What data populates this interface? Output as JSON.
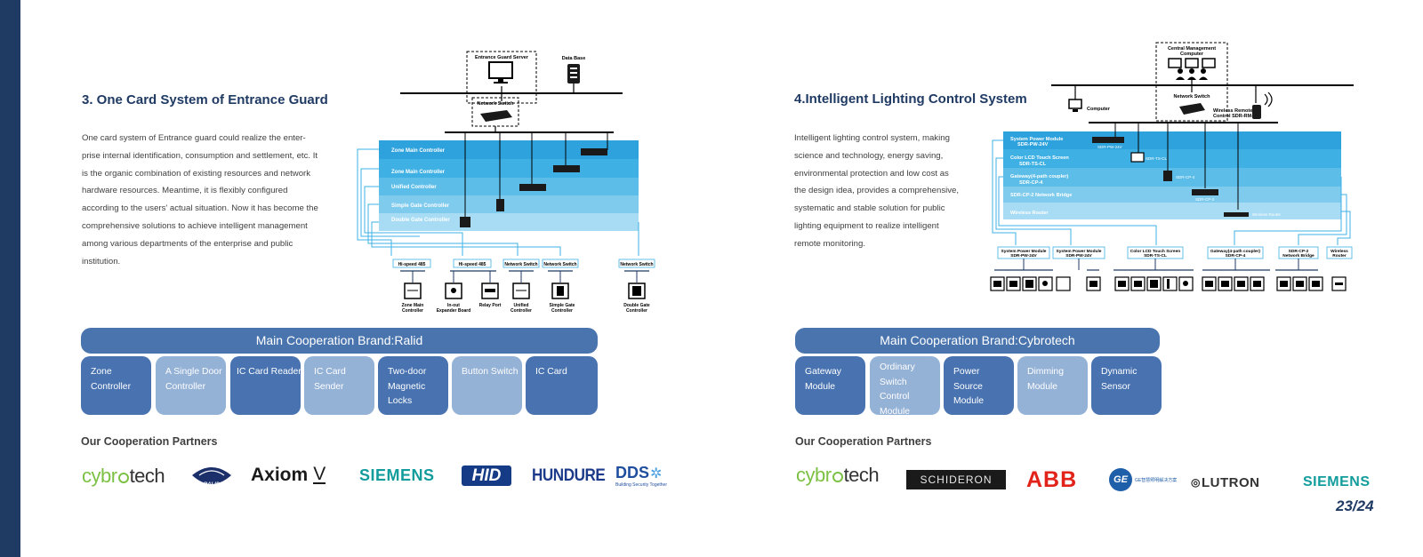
{
  "left": {
    "title": "3. One Card System of Entrance Guard",
    "body_lines": [
      "One card system of Entrance guard could realize the enter-",
      "prise internal identification, consumption and settlement, etc. It",
      "is the organic combination of existing resources and network",
      "hardware resources. Meantime, it is flexibly configured",
      "according to the users' actual situation. Now it has become the",
      "comprehensive solutions to achieve intelligent management",
      "among various departments of the enterprise and public",
      "institution."
    ],
    "diagram": {
      "top_nodes": [
        "Entrance Guard Server",
        "Data Base",
        "Network Switch"
      ],
      "bands": [
        "Zone Main Controller",
        "Zone Main Controller",
        "Unified Controller",
        "Simple Gate Controller",
        "Double Gate Controller"
      ],
      "buses": [
        "Hi-speed 485",
        "Hi-speed 485",
        "Network Switch",
        "Network Switch",
        "Network Switch"
      ],
      "devices": [
        [
          "Zone Main",
          "Controller"
        ],
        [
          "In-out",
          "Expander Board"
        ],
        [
          "Relay Port"
        ],
        [
          "Unified",
          "Controller"
        ],
        [
          "Simple Gate",
          "Controller"
        ],
        [
          "Double Gate",
          "Controller"
        ]
      ]
    },
    "brand_bar": "Main Cooperation Brand:Ralid",
    "products": [
      [
        "Zone",
        "Controller"
      ],
      [
        "A Single Door",
        "Controller"
      ],
      [
        "IC Card Reader"
      ],
      [
        "IC Card",
        "Sender"
      ],
      [
        "Two-door",
        "Magnetic",
        "Locks"
      ],
      [
        "Button Switch"
      ],
      [
        "IC Card"
      ]
    ],
    "partners_heading": "Our Cooperation Partners",
    "partners": {
      "cybro_a": "cybr",
      "cybro_b": "tech",
      "ralid": "RALID",
      "axiom": "Axiom",
      "axiom_v": "V",
      "siemens": "SIEMENS",
      "hid": "HID",
      "hundure": "HUNDURE",
      "dds": "DDS",
      "dds_tagline": "Building Security Together"
    }
  },
  "right": {
    "title": "4.Intelligent Lighting Control System",
    "body_lines": [
      "Intelligent lighting control system, making",
      "science and technology, energy saving,",
      "environmental protection and low cost as",
      "the design idea, provides a comprehensive,",
      "systematic and stable solution for public",
      "lighting equipment to realize intelligent",
      "remote monitoring."
    ],
    "diagram": {
      "top_nodes": [
        [
          "Central Management",
          "Computer"
        ],
        "Network Switch",
        "Computer",
        [
          "Wireless Remote",
          "Control SDR-RM-1"
        ]
      ],
      "bands": [
        [
          "System Power Module",
          "SDR-PW-24V"
        ],
        [
          "Color LCD Touch Screen",
          "SDR-TS-CL"
        ],
        [
          "Gateway(4-path coupler)",
          "SDR-CP-4"
        ],
        [
          "SDR-CP-2 Network Bridge"
        ],
        [
          "Wireless Router"
        ]
      ],
      "band_tags": [
        "SDR-PW-24V",
        "SDR-TS-CL",
        "SDR-CP-4",
        "SDR-CP-2",
        "Wireless Router"
      ],
      "groups": [
        [
          "System Power Module",
          "SDR-PW-24V"
        ],
        [
          "System Power Module",
          "SDR-PW-24V"
        ],
        [
          "Color LCD Touch Screen",
          "SDR-TS-CL"
        ],
        [
          "Gateway(4-path coupler)",
          "SDR-CP-4"
        ],
        [
          "SDR-CP-2",
          "Network Bridge"
        ],
        [
          "Wireless",
          "Router"
        ]
      ]
    },
    "brand_bar": "Main Cooperation Brand:Cybrotech",
    "products": [
      [
        "Gateway",
        "Module"
      ],
      [
        "Ordinary",
        "Switch",
        "Control",
        "Module"
      ],
      [
        "Power",
        "Source",
        "Module"
      ],
      [
        "Dimming",
        "Module"
      ],
      [
        "Dynamic",
        "Sensor"
      ]
    ],
    "partners_heading": "Our Cooperation Partners",
    "partners": {
      "cybro_a": "cybr",
      "cybro_b": "tech",
      "schideron": "SCHIDERON",
      "abb": "ABB",
      "ge": "GE",
      "ge_text": "GE智慧照明解决方案",
      "lutron": "LUTRON",
      "siemens": "SIEMENS"
    }
  },
  "page_number": "23/24",
  "colors": {
    "navy": "#1f3a63",
    "brand_blue": "#4a74ae",
    "card_dark": "#4872b0",
    "card_light": "#94b1d6",
    "band_1": "#2ea2dc",
    "band_2": "#3fb0e4",
    "band_3": "#5bbde8",
    "band_4": "#7fcbee",
    "band_5": "#a8dcf4",
    "cybro_green": "#7cc144",
    "siemens_teal": "#139c9c",
    "abb_red": "#e2231a",
    "hid_blue": "#163b86"
  }
}
